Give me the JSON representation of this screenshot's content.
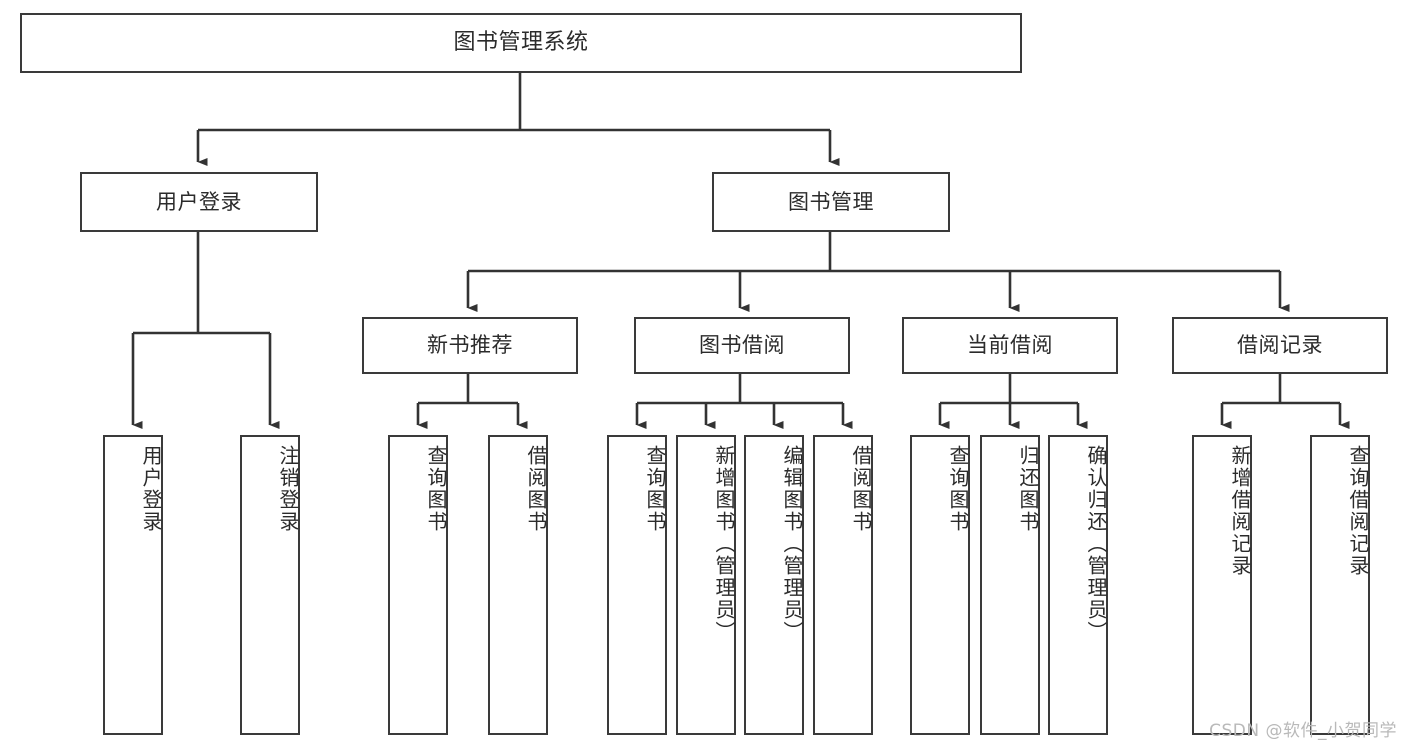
{
  "diagram": {
    "type": "tree-hierarchy",
    "orientation": "top-down",
    "root": {
      "id": "root",
      "label": "图书管理系统"
    },
    "level1": [
      {
        "id": "user-login",
        "label": "用户登录"
      },
      {
        "id": "book-management",
        "label": "图书管理"
      }
    ],
    "level2": [
      {
        "id": "new-book-recommend",
        "label": "新书推荐",
        "parent": "book-management"
      },
      {
        "id": "book-borrow",
        "label": "图书借阅",
        "parent": "book-management"
      },
      {
        "id": "current-borrow",
        "label": "当前借阅",
        "parent": "book-management"
      },
      {
        "id": "borrow-record",
        "label": "借阅记录",
        "parent": "book-management"
      }
    ],
    "leaves": [
      {
        "id": "leaf-user-login",
        "label": "用户登录",
        "parent": "user-login"
      },
      {
        "id": "leaf-logout",
        "label": "注销登录",
        "parent": "user-login"
      },
      {
        "id": "leaf-query-book-1",
        "label": "查询图书",
        "parent": "new-book-recommend"
      },
      {
        "id": "leaf-borrow-book-1",
        "label": "借阅图书",
        "parent": "new-book-recommend"
      },
      {
        "id": "leaf-query-book-2",
        "label": "查询图书",
        "parent": "book-borrow"
      },
      {
        "id": "leaf-add-book",
        "label": "新增图书（管理员）",
        "parent": "book-borrow"
      },
      {
        "id": "leaf-edit-book",
        "label": "编辑图书（管理员）",
        "parent": "book-borrow"
      },
      {
        "id": "leaf-borrow-book-2",
        "label": "借阅图书",
        "parent": "book-borrow"
      },
      {
        "id": "leaf-query-book-3",
        "label": "查询图书",
        "parent": "current-borrow"
      },
      {
        "id": "leaf-return-book",
        "label": "归还图书",
        "parent": "current-borrow"
      },
      {
        "id": "leaf-confirm-return",
        "label": "确认归还（管理员）",
        "parent": "current-borrow"
      },
      {
        "id": "leaf-add-record",
        "label": "新增借阅记录",
        "parent": "borrow-record"
      },
      {
        "id": "leaf-query-record",
        "label": "查询借阅记录",
        "parent": "borrow-record"
      }
    ]
  },
  "watermark": {
    "text": "CSDN @软件_小贺同学"
  },
  "colors": {
    "box_border": "#3a3a3a",
    "box_fill": "#ffffff",
    "text": "#2b2b2b",
    "edge": "#333333",
    "watermark": "#b9b9b9",
    "background": "#ffffff"
  }
}
